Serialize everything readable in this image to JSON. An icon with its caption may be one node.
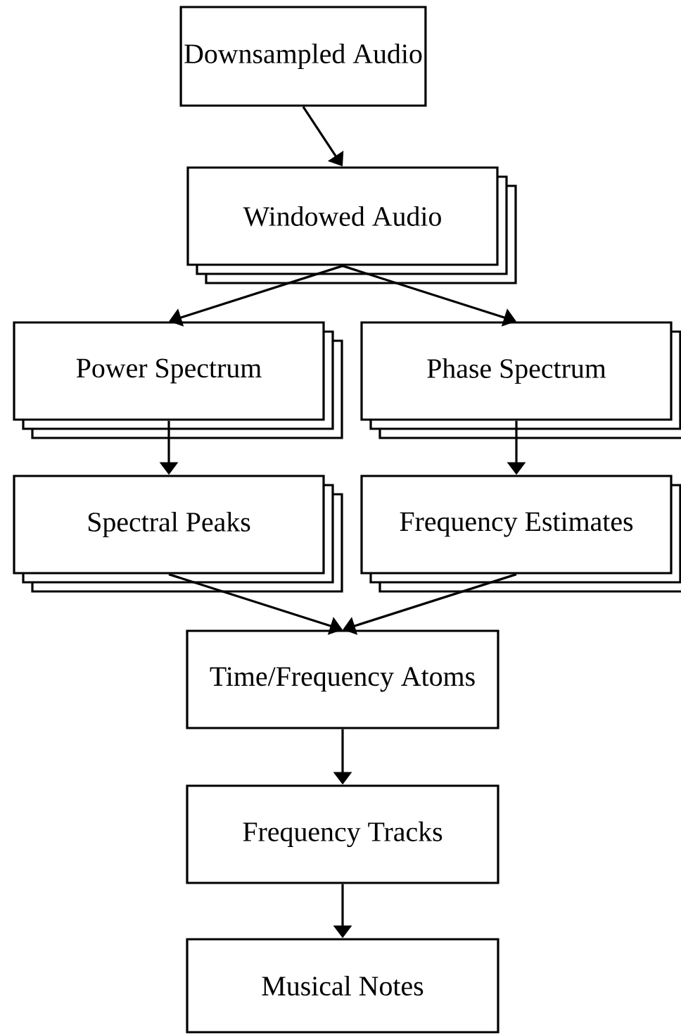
{
  "diagram": {
    "nodes": [
      {
        "text": [
          "Downsampled Audio"
        ]
      },
      {
        "text": [
          "Windowed Audio"
        ]
      },
      {
        "text": [
          "Power Spectrum"
        ]
      },
      {
        "text": [
          "Phase Spectrum"
        ]
      },
      {
        "text": [
          "Spectral Peaks"
        ]
      },
      {
        "text": [
          "Frequency Estimates"
        ]
      },
      {
        "text": [
          "Time/Frequency Atoms"
        ]
      },
      {
        "text": [
          "Frequency Tracks"
        ]
      },
      {
        "text": [
          "Musical Notes"
        ]
      }
    ],
    "edges": [
      {
        "from": 0,
        "to": 1,
        "arrow": "to"
      },
      {
        "from": 1,
        "to": 2,
        "arrow": "to"
      },
      {
        "from": 1,
        "to": 3,
        "arrow": "to"
      },
      {
        "from": 2,
        "to": 4,
        "arrow": "to"
      },
      {
        "from": 3,
        "to": 5,
        "arrow": "to"
      },
      {
        "from": 4,
        "to": 6,
        "arrow": "to"
      },
      {
        "from": 5,
        "to": 6,
        "arrow": "to"
      },
      {
        "from": 6,
        "to": 7,
        "arrow": "to"
      },
      {
        "from": 7,
        "to": 8,
        "arrow": "to"
      }
    ]
  }
}
